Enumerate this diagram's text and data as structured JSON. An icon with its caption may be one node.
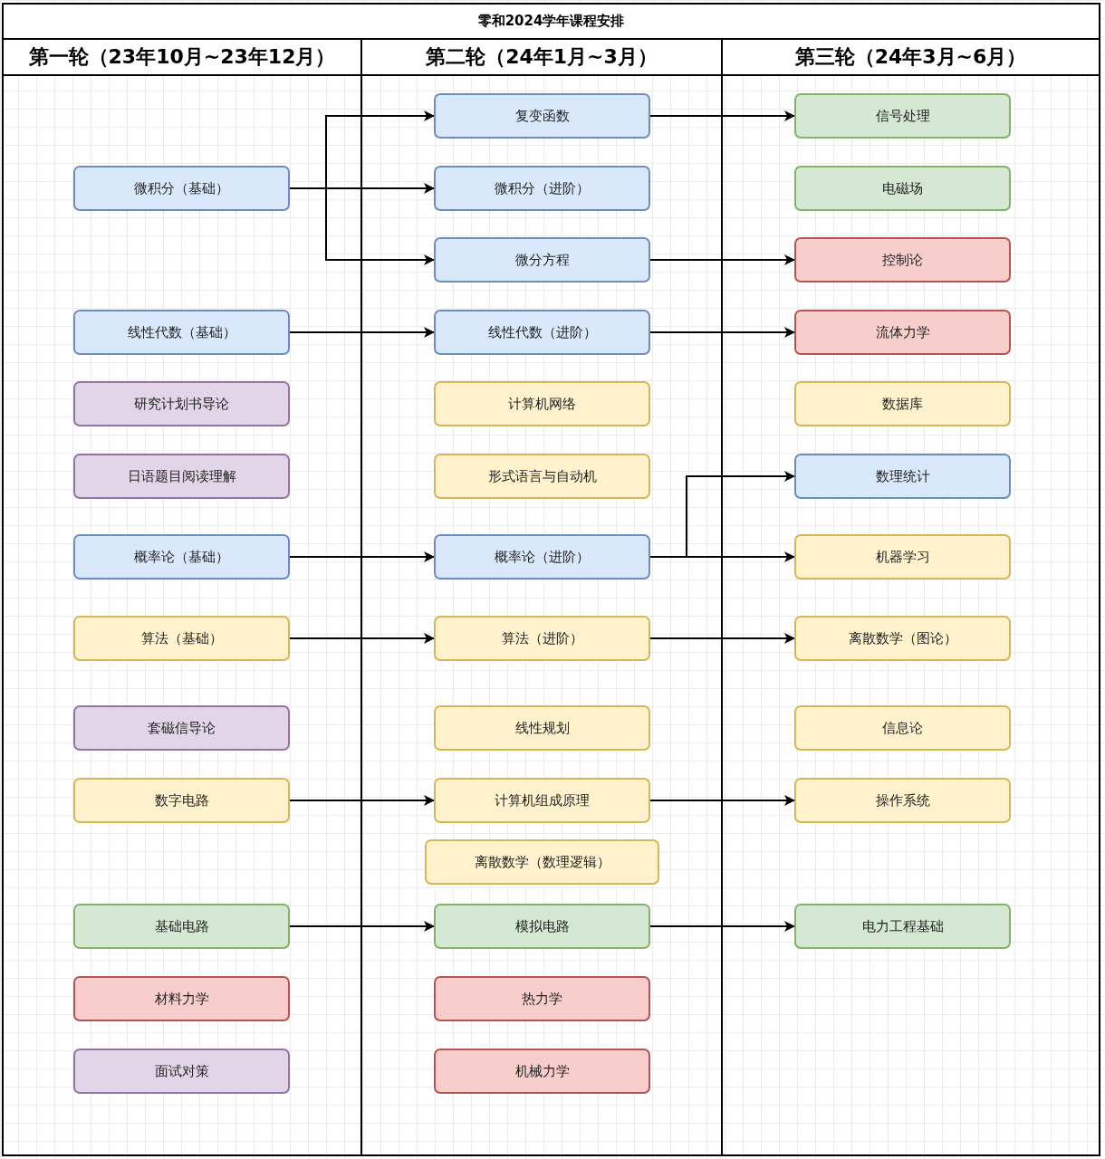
{
  "diagram": {
    "title": "零和2024学年课程安排",
    "nodes": [
      {
        "text": [
          "第一轮（23年10月~23年12月）"
        ]
      },
      {
        "text": [
          "微积分（基础）"
        ],
        "in": 0
      },
      {
        "text": [
          "线性代数（基础）"
        ],
        "in": 0
      },
      {
        "text": [
          "研究计划书导论"
        ],
        "in": 0
      },
      {
        "text": [
          "日语题目阅读理解"
        ],
        "in": 0
      },
      {
        "text": [
          "概率论（基础）"
        ],
        "in": 0
      },
      {
        "text": [
          "算法（基础）"
        ],
        "in": 0
      },
      {
        "text": [
          "套磁信导论"
        ],
        "in": 0
      },
      {
        "text": [
          "数字电路"
        ],
        "in": 0
      },
      {
        "text": [
          "基础电路"
        ],
        "in": 0
      },
      {
        "text": [
          "材料力学"
        ],
        "in": 0
      },
      {
        "text": [
          "面试对策"
        ],
        "in": 0
      },
      {
        "text": [
          "第二轮（24年1月~3月）"
        ]
      },
      {
        "text": [
          "复变函数"
        ],
        "in": 12
      },
      {
        "text": [
          "微积分（进阶）"
        ],
        "in": 12
      },
      {
        "text": [
          "微分方程"
        ],
        "in": 12
      },
      {
        "text": [
          "线性代数（进阶）"
        ],
        "in": 12
      },
      {
        "text": [
          "计算机网络"
        ],
        "in": 12
      },
      {
        "text": [
          "形式语言与自动机"
        ],
        "in": 12
      },
      {
        "text": [
          "概率论（进阶）"
        ],
        "in": 12
      },
      {
        "text": [
          "算法（进阶）"
        ],
        "in": 12
      },
      {
        "text": [
          "线性规划"
        ],
        "in": 12
      },
      {
        "text": [
          "计算机组成原理"
        ],
        "in": 12
      },
      {
        "text": [
          "离散数学（数理逻辑）"
        ],
        "in": 12
      },
      {
        "text": [
          "模拟电路"
        ],
        "in": 12
      },
      {
        "text": [
          "热力学"
        ],
        "in": 12
      },
      {
        "text": [
          "机械力学"
        ],
        "in": 12
      },
      {
        "text": [
          "第三轮（24年3月~6月）"
        ]
      },
      {
        "text": [
          "信号处理"
        ],
        "in": 27
      },
      {
        "text": [
          "电磁场"
        ],
        "in": 27
      },
      {
        "text": [
          "控制论"
        ],
        "in": 27
      },
      {
        "text": [
          "流体力学"
        ],
        "in": 27
      },
      {
        "text": [
          "数据库"
        ],
        "in": 27
      },
      {
        "text": [
          "数理统计"
        ],
        "in": 27
      },
      {
        "text": [
          "机器学习"
        ],
        "in": 27
      },
      {
        "text": [
          "离散数学（图论）"
        ],
        "in": 27
      },
      {
        "text": [
          "信息论"
        ],
        "in": 27
      },
      {
        "text": [
          "操作系统"
        ],
        "in": 27
      },
      {
        "text": [
          "电力工程基础"
        ],
        "in": 27
      }
    ],
    "edges": [
      {
        "from": 1,
        "to": 13,
        "arrow": "to"
      },
      {
        "from": 1,
        "to": 14,
        "arrow": "to"
      },
      {
        "from": 1,
        "to": 15,
        "arrow": "to"
      },
      {
        "from": 2,
        "to": 16,
        "arrow": "to"
      },
      {
        "from": 5,
        "to": 19,
        "arrow": "to"
      },
      {
        "from": 6,
        "to": 20,
        "arrow": "to"
      },
      {
        "from": 8,
        "to": 22,
        "arrow": "to"
      },
      {
        "from": 9,
        "to": 24,
        "arrow": "to"
      },
      {
        "from": 13,
        "to": 28,
        "arrow": "to"
      },
      {
        "from": 15,
        "to": 30,
        "arrow": "to"
      },
      {
        "from": 16,
        "to": 31,
        "arrow": "to"
      },
      {
        "from": 19,
        "to": 33,
        "arrow": "to"
      },
      {
        "from": 19,
        "to": 34,
        "arrow": "to"
      },
      {
        "from": 20,
        "to": 35,
        "arrow": "to"
      },
      {
        "from": 22,
        "to": 37,
        "arrow": "to"
      },
      {
        "from": 24,
        "to": 38,
        "arrow": "to"
      }
    ]
  }
}
